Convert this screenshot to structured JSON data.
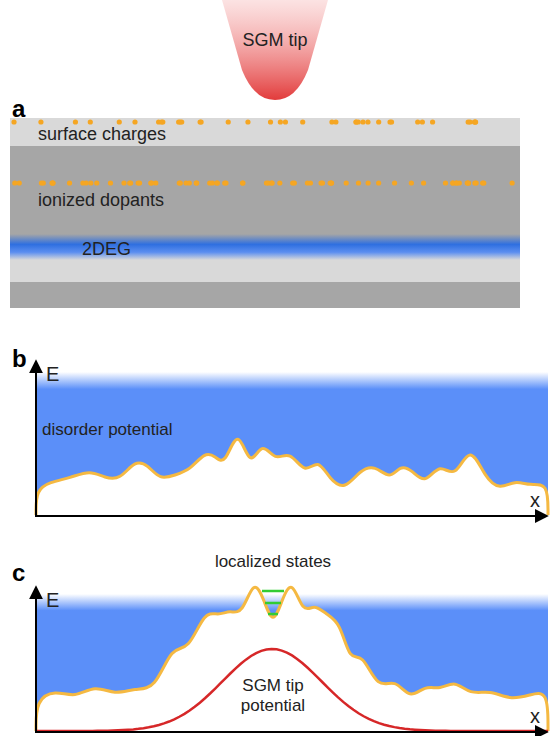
{
  "diagram": {
    "nodes": [
      {
        "text": [
          "SGM tip"
        ]
      },
      {
        "text": [
          "surface charges"
        ]
      },
      {
        "text": [
          "ionized dopants"
        ]
      },
      {
        "text": [
          "2DEG"
        ]
      }
    ],
    "labels": [
      "a",
      "b",
      "E",
      "x",
      "disorder potential",
      "c",
      "E",
      "x",
      "localized states",
      "SGM tip potential"
    ]
  }
}
